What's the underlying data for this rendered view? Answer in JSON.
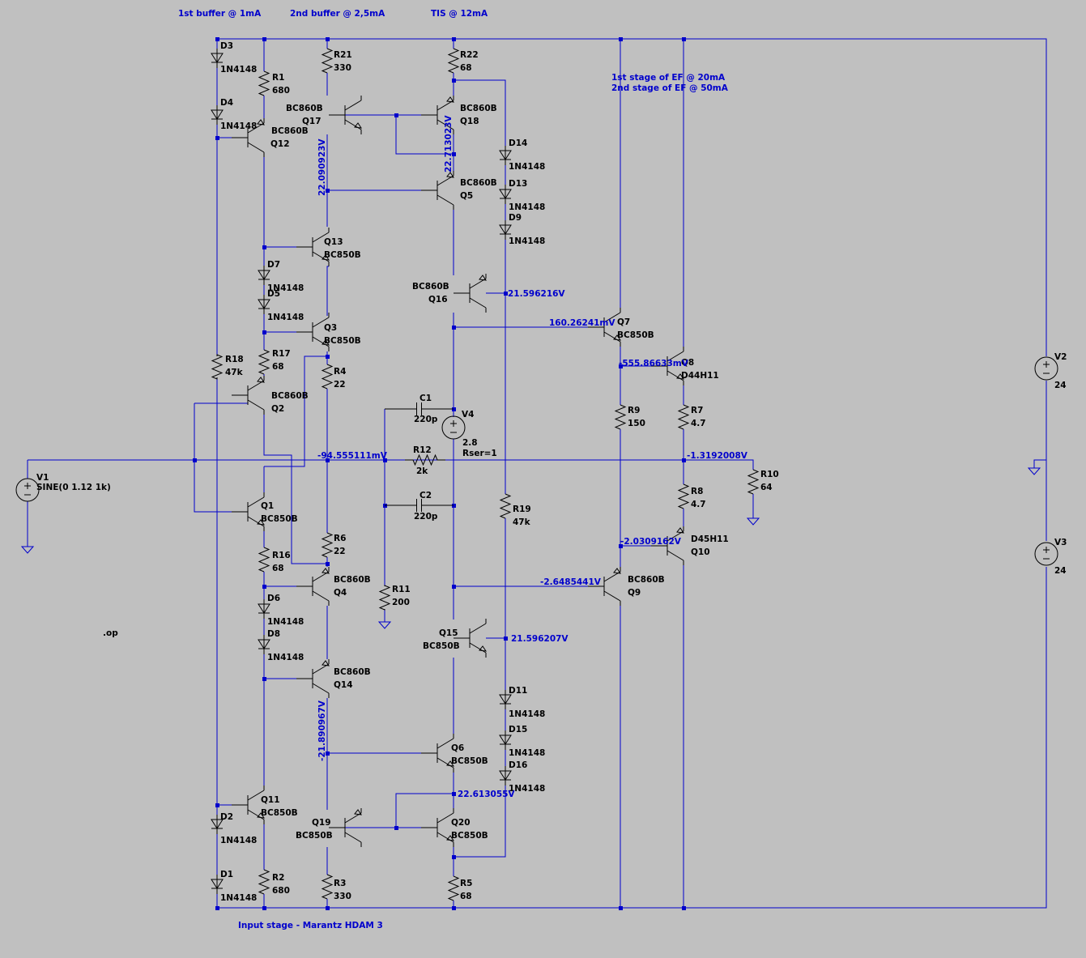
{
  "title": "Input stage - Marantz HDAM 3",
  "notes": {
    "buffer1": "1st buffer @ 1mA",
    "buffer2": "2nd buffer @ 2,5mA",
    "tis": "TIS @ 12mA",
    "ef1": "1st stage of EF @ 20mA",
    "ef2": "2nd stage of EF @ 50mA",
    "op_directive": ".op"
  },
  "diodes": [
    {
      "ref": "D3",
      "model": "1N4148"
    },
    {
      "ref": "D4",
      "model": "1N4148"
    },
    {
      "ref": "D7",
      "model": "1N4148"
    },
    {
      "ref": "D5",
      "model": "1N4148"
    },
    {
      "ref": "D14",
      "model": "1N4148"
    },
    {
      "ref": "D13",
      "model": "1N4148"
    },
    {
      "ref": "D9",
      "model": "1N4148"
    },
    {
      "ref": "D6",
      "model": "1N4148"
    },
    {
      "ref": "D8",
      "model": "1N4148"
    },
    {
      "ref": "D11",
      "model": "1N4148"
    },
    {
      "ref": "D15",
      "model": "1N4148"
    },
    {
      "ref": "D16",
      "model": "1N4148"
    },
    {
      "ref": "D2",
      "model": "1N4148"
    },
    {
      "ref": "D1",
      "model": "1N4148"
    }
  ],
  "resistors": [
    {
      "ref": "R1",
      "value": "680"
    },
    {
      "ref": "R21",
      "value": "330"
    },
    {
      "ref": "R22",
      "value": "68"
    },
    {
      "ref": "R18",
      "value": "47k"
    },
    {
      "ref": "R17",
      "value": "68"
    },
    {
      "ref": "R4",
      "value": "22"
    },
    {
      "ref": "R12",
      "value": "2k"
    },
    {
      "ref": "R6",
      "value": "22"
    },
    {
      "ref": "R16",
      "value": "68"
    },
    {
      "ref": "R11",
      "value": "200"
    },
    {
      "ref": "R19",
      "value": "47k"
    },
    {
      "ref": "R9",
      "value": "150"
    },
    {
      "ref": "R7",
      "value": "4.7"
    },
    {
      "ref": "R8",
      "value": "4.7"
    },
    {
      "ref": "R10",
      "value": "64"
    },
    {
      "ref": "R3",
      "value": "330"
    },
    {
      "ref": "R5",
      "value": "68"
    },
    {
      "ref": "R2",
      "value": "680"
    }
  ],
  "transistors": [
    {
      "ref": "Q12",
      "model": "BC860B"
    },
    {
      "ref": "Q17",
      "model": "BC860B"
    },
    {
      "ref": "Q18",
      "model": "BC860B"
    },
    {
      "ref": "Q5",
      "model": "BC860B"
    },
    {
      "ref": "Q13",
      "model": "BC850B"
    },
    {
      "ref": "Q3",
      "model": "BC850B"
    },
    {
      "ref": "Q16",
      "model": "BC860B"
    },
    {
      "ref": "Q7",
      "model": "BC850B"
    },
    {
      "ref": "Q8",
      "model": "D44H11"
    },
    {
      "ref": "Q2",
      "model": "BC860B"
    },
    {
      "ref": "Q1",
      "model": "BC850B"
    },
    {
      "ref": "Q4",
      "model": "BC860B"
    },
    {
      "ref": "Q14",
      "model": "BC860B"
    },
    {
      "ref": "Q15",
      "model": "BC850B"
    },
    {
      "ref": "Q10",
      "model": "D45H11"
    },
    {
      "ref": "Q9",
      "model": "BC860B"
    },
    {
      "ref": "Q6",
      "model": "BC850B"
    },
    {
      "ref": "Q11",
      "model": "BC850B"
    },
    {
      "ref": "Q19",
      "model": "BC850B"
    },
    {
      "ref": "Q20",
      "model": "BC850B"
    }
  ],
  "capacitors": [
    {
      "ref": "C1",
      "value": "220p"
    },
    {
      "ref": "C2",
      "value": "220p"
    }
  ],
  "sources": {
    "V1": {
      "ref": "V1",
      "value": "SINE(0 1.12 1k)"
    },
    "V4": {
      "ref": "V4",
      "value": "2.8",
      "extra": "Rser=1"
    },
    "V2": {
      "ref": "V2",
      "value": "24"
    },
    "V3": {
      "ref": "V3",
      "value": "24"
    }
  },
  "voltages": [
    "22.090923V",
    "22.713023V",
    "21.596216V",
    "160.26241mV",
    "-555.86633mV",
    "-94.555111mV",
    "-1.3192008V",
    "-2.0309162V",
    "-2.6485441V",
    "21.596207V",
    "-21.890967V",
    "22.613055V"
  ],
  "colors": {
    "background": "#c0c0c0",
    "wire": "#0000cc",
    "component": "#000000"
  }
}
